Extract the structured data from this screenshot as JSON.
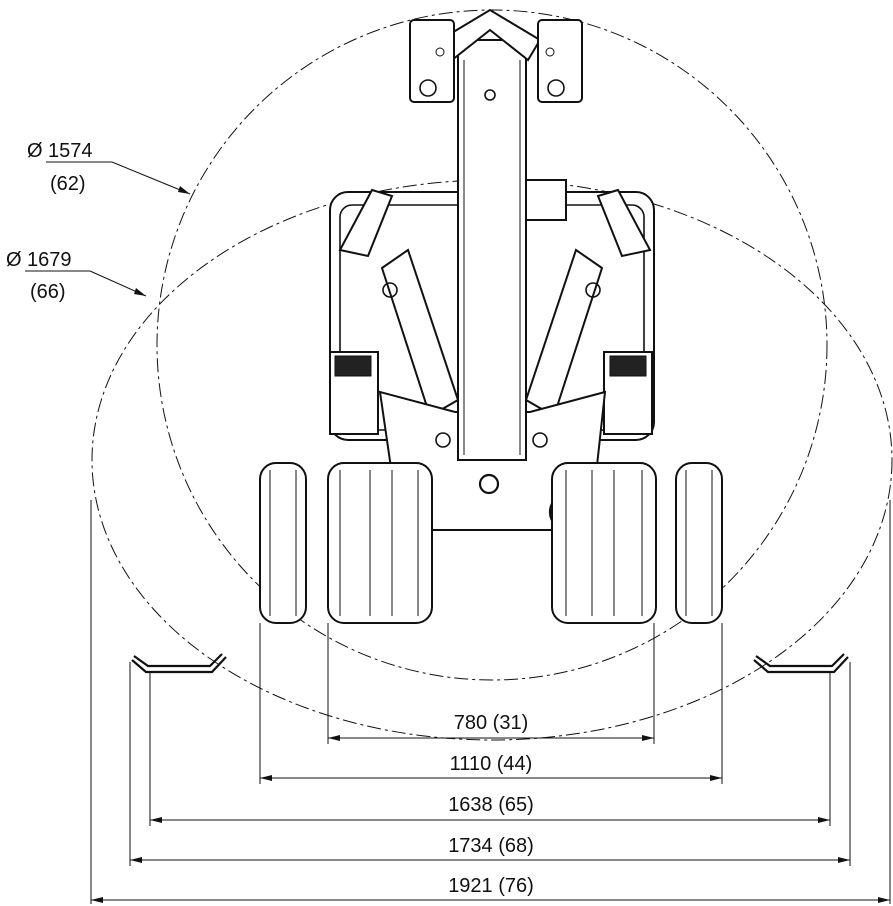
{
  "diameters": [
    {
      "value": "1574",
      "imperial": "(62)"
    },
    {
      "value": "1679",
      "imperial": "(66)"
    }
  ],
  "diameter_symbol": "Ø",
  "widths": [
    {
      "label": "780 (31)"
    },
    {
      "label": "1110 (44)"
    },
    {
      "label": "1638 (65)"
    },
    {
      "label": "1734 (68)"
    },
    {
      "label": "1921 (76)"
    }
  ]
}
